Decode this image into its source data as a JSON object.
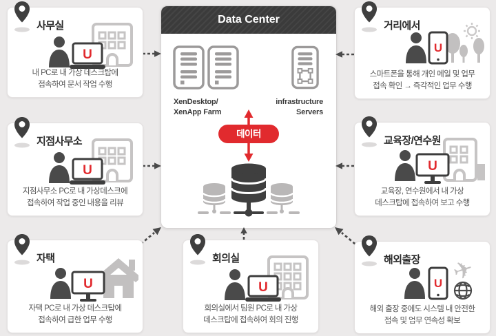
{
  "diagram": {
    "background_color": "#eceaea",
    "accent_red": "#e12a2e",
    "header_dark": "#3b3b3b",
    "icon_light_gray": "#c4c2c2",
    "icon_dark_gray": "#4a4a4a"
  },
  "data_center": {
    "title": "Data Center",
    "farm_label": "XenDesktop/\nXenApp Farm",
    "infra_label": "infrastructure\nServers",
    "data_badge": "데이터",
    "icons": [
      "server-tower-icon",
      "server-tower-icon",
      "infrastructure-server-icon",
      "database-cylinder-icon",
      "data-flow-arrow-icon"
    ]
  },
  "cards": [
    {
      "id": "office",
      "label": "사무실",
      "desc": "내 PC로 내 가상 데스크탑에\n접속하여 문서 작업 수행",
      "icons": [
        "location-pin-icon",
        "person-icon",
        "laptop-u-icon",
        "office-building-icon"
      ]
    },
    {
      "id": "branch",
      "label": "지점사무소",
      "desc": "지점사무소 PC로 내 가상데스크에\n접속하여 작업 중인 내용을 리뷰",
      "icons": [
        "location-pin-icon",
        "person-icon",
        "laptop-u-icon",
        "office-building-icon"
      ]
    },
    {
      "id": "home",
      "label": "자택",
      "desc": "자택 PC로 내 가상 데스크탑에\n접속하여 급한 업무 수행",
      "icons": [
        "location-pin-icon",
        "person-icon",
        "monitor-u-icon",
        "house-icon"
      ]
    },
    {
      "id": "street",
      "label": "거리에서",
      "desc": "스마트폰을 통해 개인 메일 및 업무\n접속 확인 → 즉각적인 업무 수행",
      "icons": [
        "location-pin-icon",
        "person-icon",
        "smartphone-u-icon",
        "trees-icon",
        "sun-icon"
      ]
    },
    {
      "id": "training",
      "label": "교육장/연수원",
      "desc": "교육장, 연수원에서 내 가상\n데스크탑에 접속하여 보고 수행",
      "icons": [
        "location-pin-icon",
        "person-icon",
        "monitor-u-icon",
        "office-building-icon"
      ]
    },
    {
      "id": "meeting",
      "label": "회의실",
      "desc": "회의실에서 팀원 PC로 내 가상\n데스크탑에 접속하여 회의 진행",
      "icons": [
        "location-pin-icon",
        "person-icon",
        "laptop-u-icon",
        "office-building-icon"
      ]
    },
    {
      "id": "overseas",
      "label": "해외출장",
      "desc": "해외 출장 중에도 시스템 내 안전한\n접속 및 업무 연속성 확보",
      "icons": [
        "location-pin-icon",
        "person-icon",
        "smartphone-u-icon",
        "airplane-icon",
        "globe-icon"
      ]
    }
  ]
}
